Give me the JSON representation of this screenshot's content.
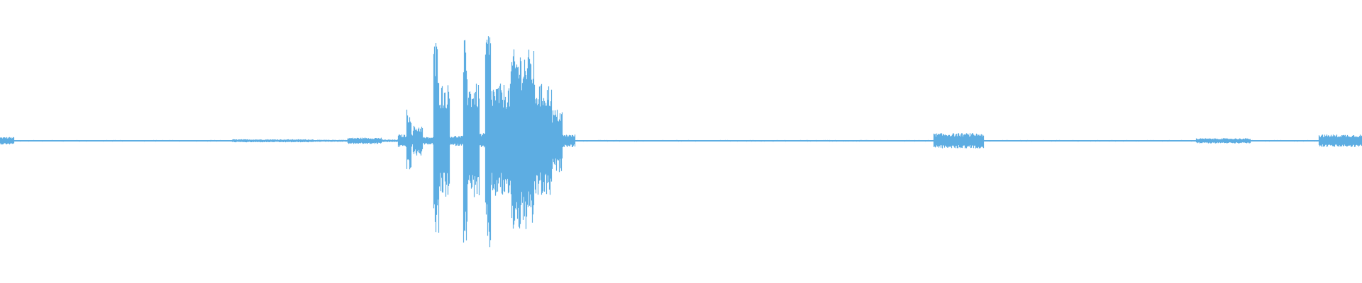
{
  "waveform": {
    "color": "#5dade2",
    "duration_fraction_segments": [
      {
        "start": 0.0,
        "end": 0.01,
        "amplitude": 0.03
      },
      {
        "start": 0.01,
        "end": 0.17,
        "amplitude": 0.006
      },
      {
        "start": 0.17,
        "end": 0.23,
        "amplitude": 0.012
      },
      {
        "start": 0.23,
        "end": 0.255,
        "amplitude": 0.008
      },
      {
        "start": 0.255,
        "end": 0.28,
        "amplitude": 0.025
      },
      {
        "start": 0.28,
        "end": 0.292,
        "amplitude": 0.01
      },
      {
        "start": 0.292,
        "end": 0.303,
        "amplitude": 0.05
      },
      {
        "start": 0.298,
        "end": 0.302,
        "amplitude": 0.25
      },
      {
        "start": 0.303,
        "end": 0.31,
        "amplitude": 0.12
      },
      {
        "start": 0.31,
        "end": 0.318,
        "amplitude": 0.03
      },
      {
        "start": 0.318,
        "end": 0.322,
        "amplitude": 0.8
      },
      {
        "start": 0.322,
        "end": 0.33,
        "amplitude": 0.45
      },
      {
        "start": 0.33,
        "end": 0.34,
        "amplitude": 0.04
      },
      {
        "start": 0.34,
        "end": 0.343,
        "amplitude": 0.8
      },
      {
        "start": 0.343,
        "end": 0.352,
        "amplitude": 0.45
      },
      {
        "start": 0.352,
        "end": 0.356,
        "amplitude": 0.06
      },
      {
        "start": 0.356,
        "end": 0.36,
        "amplitude": 0.88
      },
      {
        "start": 0.36,
        "end": 0.375,
        "amplitude": 0.45
      },
      {
        "start": 0.375,
        "end": 0.392,
        "amplitude": 0.72
      },
      {
        "start": 0.392,
        "end": 0.405,
        "amplitude": 0.45
      },
      {
        "start": 0.405,
        "end": 0.413,
        "amplitude": 0.25
      },
      {
        "start": 0.413,
        "end": 0.422,
        "amplitude": 0.05
      },
      {
        "start": 0.422,
        "end": 0.685,
        "amplitude": 0.006
      },
      {
        "start": 0.685,
        "end": 0.722,
        "amplitude": 0.06
      },
      {
        "start": 0.722,
        "end": 0.878,
        "amplitude": 0.006
      },
      {
        "start": 0.878,
        "end": 0.918,
        "amplitude": 0.02
      },
      {
        "start": 0.918,
        "end": 0.968,
        "amplitude": 0.006
      },
      {
        "start": 0.968,
        "end": 1.0,
        "amplitude": 0.05
      }
    ]
  }
}
